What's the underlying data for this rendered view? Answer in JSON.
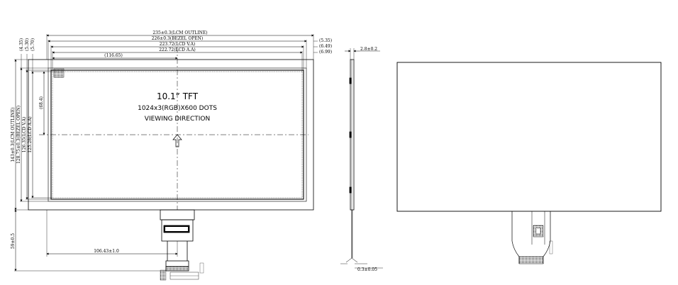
{
  "front_view": {
    "dims_top": [
      "235±0.3(LCM OUTLINE)",
      "226±0.3(BEZEL OPEN)",
      "223.72(LCD V.A)",
      "222.72(LCD A.A)"
    ],
    "dim_left_offset": "(116.65)",
    "dims_right": [
      "(5.35)",
      "(6.49)",
      "(6.99)"
    ],
    "dims_left_top": [
      "(4.35)",
      "(5.30)",
      "(5.70)"
    ],
    "dim_center_v": "(68.4)",
    "dims_left_vertical": [
      "143±0.3(LCM OUTLINE)",
      "128.75±0.3(BEZEL OPEN)",
      "126.35(LCD V.A)",
      "125.28(LCD A.A)"
    ],
    "dim_fpc_length": "59±0.5",
    "dim_fpc_offset": "106.43±1.0",
    "title_line1": "10.1”  TFT",
    "title_line2": "1024x3(RGB)X600  DOTS",
    "title_line3": "VIEWING  DIRECTION"
  },
  "side_view": {
    "thickness": "2.8±0.2",
    "fpc_thickness": "0.3±0.05"
  }
}
